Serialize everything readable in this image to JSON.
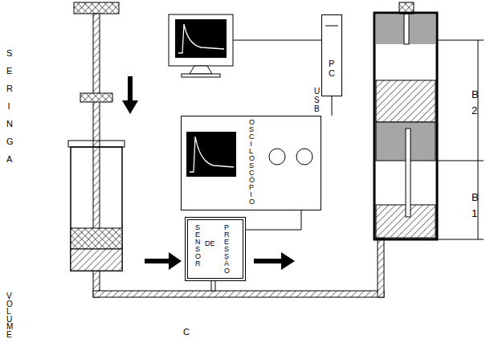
{
  "diagram": {
    "nodes": [
      {
        "text": [
          "PC"
        ]
      },
      {
        "text": [
          "OSCILOSCÓPIO"
        ]
      },
      {
        "text": [
          "SENSOR",
          "DE",
          "PRESSÃO"
        ]
      }
    ],
    "edges": [
      {
        "from": 0,
        "to": 1,
        "arrow": "none",
        "label": "USB"
      },
      {
        "from": 1,
        "to": 2,
        "arrow": "none"
      }
    ],
    "labels": [
      "SERINGA",
      "VOLUME",
      "C",
      "B 2",
      "B 1"
    ]
  }
}
